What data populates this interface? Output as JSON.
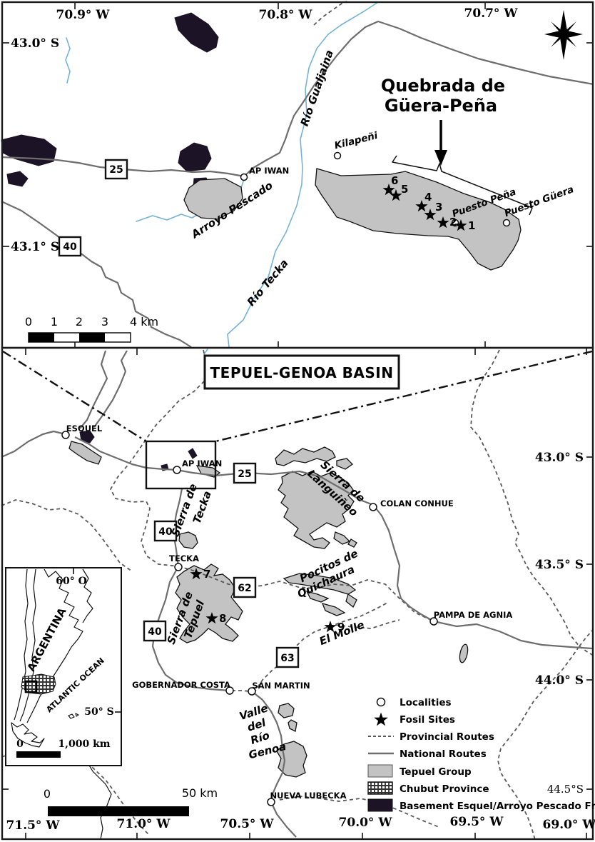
{
  "colors": {
    "tepuel_gray": "#c3c3c3",
    "basement_dark": "#1c1326",
    "river_blue": "#74b3d8",
    "road_gray": "#6e6e6e"
  },
  "detail_map": {
    "title_line1": "Quebrada de",
    "title_line2": "Güera-Peña",
    "lon_labels": [
      "70.9° W",
      "70.8° W",
      "70.7° W"
    ],
    "lat_labels": [
      "43.0° S",
      "43.1° S"
    ],
    "shields": {
      "n25": "25",
      "n40": "40"
    },
    "rivers": {
      "gualjaina": "Río Gualjaina",
      "tecka": "Río Tecka",
      "pescado": "Arroyo Pescado"
    },
    "localities": {
      "kilapeni": "Kilapeñi",
      "ap_iwan": "AP IWAN",
      "puesto_pena": "Puesto Peña",
      "puesto_guera": "Puesto Güera"
    },
    "fossil_sites": [
      "1",
      "2",
      "3",
      "4",
      "5",
      "6"
    ],
    "scalebar": {
      "labels": [
        "0",
        "1",
        "2",
        "3"
      ],
      "end_label": "4 km"
    }
  },
  "regional_map": {
    "title": "TEPUEL-GENOA BASIN",
    "lat_labels": [
      "43.0° S",
      "43.5° S",
      "44.0° S",
      "44.5°S"
    ],
    "lon_labels": [
      "71.5° W",
      "71.0° W",
      "70.5° W",
      "70.0° W",
      "69.5° W",
      "69.0° W"
    ],
    "shields": {
      "n25": "25",
      "n40a": "40",
      "n40b": "40",
      "n62": "62",
      "n63": "63"
    },
    "localities": {
      "esquel": "ESQUEL",
      "ap_iwan": "AP IWAN",
      "colan_conhue": "COLAN CONHUE",
      "tecka": "TECKA",
      "pampa_de_agnia": "PAMPA DE AGNIA",
      "gobernador_costa": "GOBERNADOR COSTA",
      "san_martin": "SAN MARTIN",
      "nueva_lubecka": "NUEVA LUBECKA"
    },
    "features": {
      "sierra_tecka_1": "Sierra de",
      "sierra_tecka_2": "Tecka",
      "sierra_languineo_1": "Sierra de",
      "sierra_languineo_2": "Languiñeo",
      "sierra_tepuel_1": "Sierra de",
      "sierra_tepuel_2": "Tepuel",
      "pocitos_1": "Pocitos de",
      "pocitos_2": "Quichaura",
      "el_molle": "El Molle",
      "valle_1": "Valle",
      "valle_2": "del",
      "valle_3": "Río",
      "valle_4": "Genoa"
    },
    "fossil_sites": [
      "7",
      "8",
      "9"
    ],
    "scalebar": {
      "start": "0",
      "end": "50 km"
    }
  },
  "inset_map": {
    "country": "ARGENTINA",
    "ocean": "ATLANTIC OCEAN",
    "lon_label": "60° O",
    "lat_label": "50° S",
    "scalebar": {
      "start": "0",
      "end": "1,000 km"
    }
  },
  "legend": {
    "items": [
      {
        "label": "Localities",
        "symbol": "circle"
      },
      {
        "label": "Fosil Sites",
        "symbol": "star"
      },
      {
        "label": "Provincial Routes",
        "symbol": "dashed-line"
      },
      {
        "label": "National Routes",
        "symbol": "solid-line"
      },
      {
        "label": "Tepuel Group",
        "symbol": "gray-fill"
      },
      {
        "label": "Chubut Province",
        "symbol": "crosshatch-fill"
      },
      {
        "label": "Basement Esquel/Arroyo Pescado Fm",
        "symbol": "dark-fill"
      }
    ]
  }
}
